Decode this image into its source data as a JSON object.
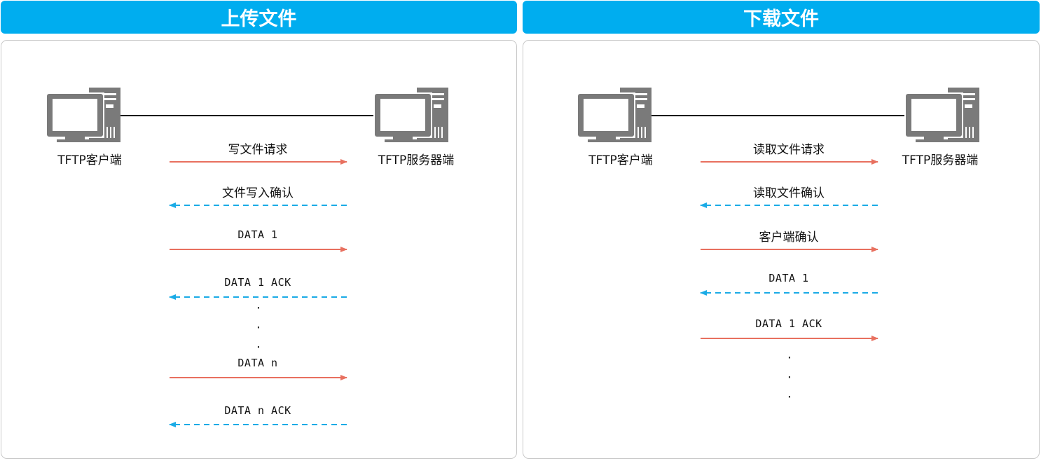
{
  "panels": {
    "upload": {
      "title": "上传文件",
      "client_label": "TFTP客户端",
      "server_label": "TFTP服务器端",
      "messages": [
        {
          "text": "写文件请求",
          "direction": "to_server",
          "style": "solid"
        },
        {
          "text": "文件写入确认",
          "direction": "to_client",
          "style": "dashed"
        },
        {
          "text": "DATA 1",
          "direction": "to_server",
          "style": "solid"
        },
        {
          "text": "DATA 1 ACK",
          "direction": "to_client",
          "style": "dashed"
        },
        {
          "text": "DATA n",
          "direction": "to_server",
          "style": "solid"
        },
        {
          "text": "DATA n ACK",
          "direction": "to_client",
          "style": "dashed"
        }
      ],
      "ellipsis": "·"
    },
    "download": {
      "title": "下载文件",
      "client_label": "TFTP客户端",
      "server_label": "TFTP服务器端",
      "messages": [
        {
          "text": "读取文件请求",
          "direction": "to_server",
          "style": "solid"
        },
        {
          "text": "读取文件确认",
          "direction": "to_client",
          "style": "dashed"
        },
        {
          "text": "客户端确认",
          "direction": "to_server",
          "style": "solid"
        },
        {
          "text": "DATA 1",
          "direction": "to_client",
          "style": "dashed"
        },
        {
          "text": "DATA 1 ACK",
          "direction": "to_server",
          "style": "solid"
        }
      ],
      "ellipsis": "·"
    }
  },
  "colors": {
    "header": "#00adef",
    "solid_arrow": "#e8705f",
    "dashed_arrow": "#1aabe6",
    "computer": "#7a7a7a"
  },
  "icons": {
    "client": "desktop-computer-icon",
    "server": "server-computer-icon"
  }
}
